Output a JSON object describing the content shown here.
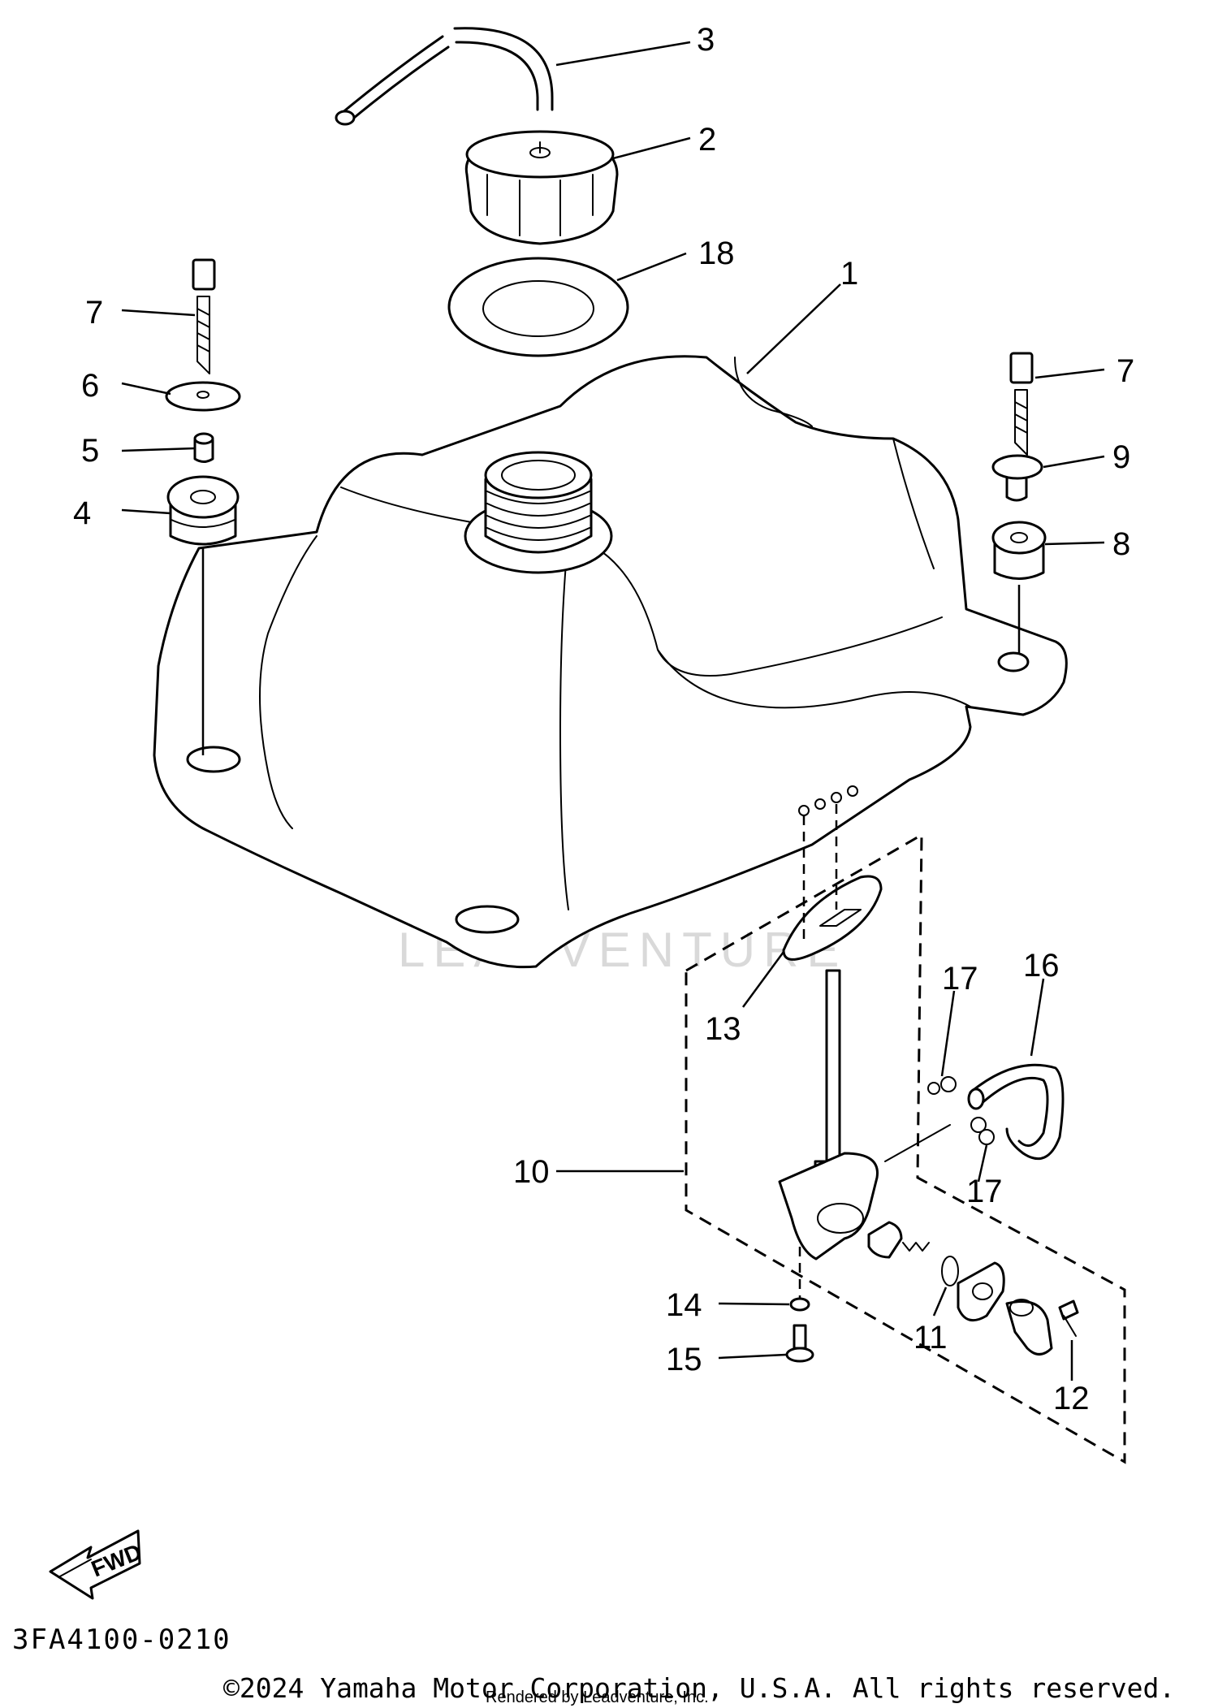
{
  "callouts": [
    "1",
    "2",
    "3",
    "4",
    "5",
    "6",
    "7",
    "7",
    "8",
    "9",
    "10",
    "11",
    "12",
    "13",
    "14",
    "15",
    "16",
    "17",
    "17",
    "18"
  ],
  "fwd_label": "FWD",
  "diagram_code": "3FA4100-0210",
  "copyright": "©2024 Yamaha Motor Corporation, U.S.A. All rights reserved.",
  "rendered_by": "Rendered by Leadventure, Inc.",
  "watermark": "LEADVENTURE"
}
